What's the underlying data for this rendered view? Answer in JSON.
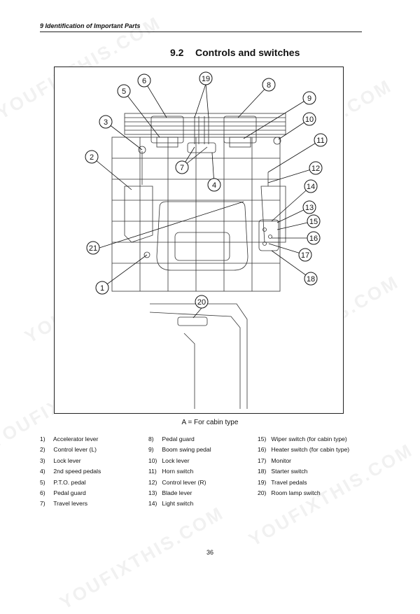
{
  "header": {
    "chapter": "9 Identification of Important Parts"
  },
  "section": {
    "number": "9.2",
    "title": "Controls and switches"
  },
  "figure": {
    "callouts": [
      "1",
      "2",
      "3",
      "4",
      "5",
      "6",
      "7",
      "8",
      "9",
      "10",
      "11",
      "12",
      "13",
      "14",
      "15",
      "16",
      "17",
      "18",
      "19",
      "20",
      "21"
    ],
    "caption": "A = For cabin type"
  },
  "legend": {
    "col1": [
      {
        "n": "1)",
        "label": "Accelerator lever"
      },
      {
        "n": "2)",
        "label": "Control lever (L)"
      },
      {
        "n": "3)",
        "label": "Lock lever"
      },
      {
        "n": "4)",
        "label": "2nd speed pedals"
      },
      {
        "n": "5)",
        "label": "P.T.O. pedal"
      },
      {
        "n": "6)",
        "label": "Pedal guard"
      },
      {
        "n": "7)",
        "label": "Travel levers"
      }
    ],
    "col2": [
      {
        "n": "8)",
        "label": "Pedal guard"
      },
      {
        "n": "9)",
        "label": "Boom swing pedal"
      },
      {
        "n": "10)",
        "label": "Lock lever"
      },
      {
        "n": "11)",
        "label": "Horn switch"
      },
      {
        "n": "12)",
        "label": "Control lever (R)"
      },
      {
        "n": "13)",
        "label": "Blade lever"
      },
      {
        "n": "14)",
        "label": "Light switch"
      }
    ],
    "col3": [
      {
        "n": "15)",
        "label": "Wiper switch (for cabin type)"
      },
      {
        "n": "16)",
        "label": "Heater switch (for cabin type)"
      },
      {
        "n": "17)",
        "label": "Monitor"
      },
      {
        "n": "18)",
        "label": "Starter switch"
      },
      {
        "n": "19)",
        "label": "Travel pedals"
      },
      {
        "n": "20)",
        "label": "Room lamp switch"
      }
    ]
  },
  "page_number": "36",
  "watermark": {
    "text": "YOUFIXTHIS.COM"
  }
}
